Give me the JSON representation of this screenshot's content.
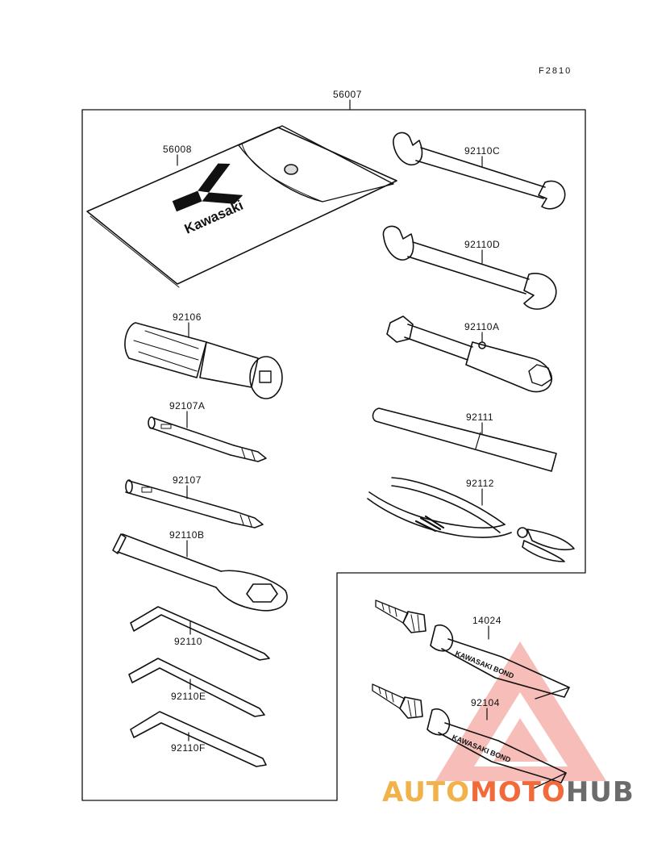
{
  "figure_code": "F2810",
  "assembly": "56007",
  "parts": {
    "bag": "56008",
    "bag_logo": "Kawasaki",
    "wrench_c": "92110C",
    "wrench_d": "92110D",
    "socket_a": "92110A",
    "handle": "92106",
    "screwdriver_a": "92107A",
    "lever": "92111",
    "screwdriver": "92107",
    "pliers": "92112",
    "ring_spanner": "92110B",
    "hex_key": "92110",
    "hex_key_e": "92110E",
    "hex_key_f": "92110F",
    "bond_1": "14024",
    "bond_2": "92104",
    "bond_text": "KAWASAKI BOND"
  },
  "watermark": {
    "part1": "AUTO",
    "part2": "MOTO",
    "part3": "HUB",
    "colors": {
      "yellow": "#f2b24a",
      "orange": "#f06a3a",
      "gray": "#6b6b6b"
    }
  }
}
